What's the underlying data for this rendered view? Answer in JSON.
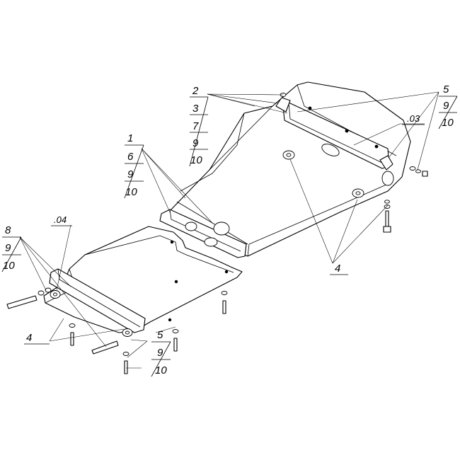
{
  "callouts": {
    "top_center": [
      "2",
      "3",
      "7",
      "9",
      "10"
    ],
    "top_right": [
      "5",
      "9",
      "10"
    ],
    "left_middle": [
      "1",
      "6",
      "9",
      "10"
    ],
    "left_far": [
      "8",
      "9",
      "10"
    ],
    "bottom_center": [
      "5",
      "9",
      "10"
    ],
    "left_lower": "4",
    "center_lower": "4"
  },
  "part_codes": {
    "rear_plate": ".03",
    "front_plate": ".04"
  }
}
